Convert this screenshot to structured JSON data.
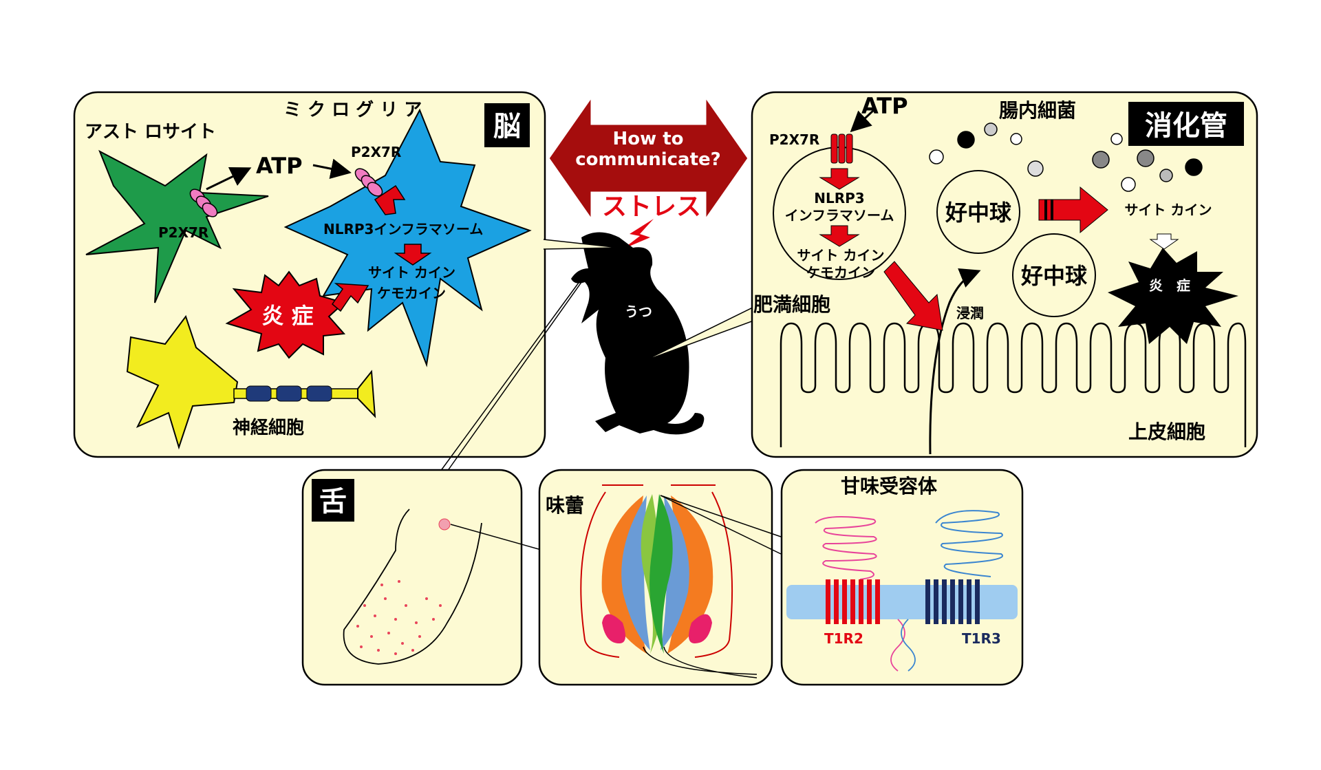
{
  "brain": {
    "title": "脳",
    "astrocyte": "アスト ロサイト",
    "microglia": "ミ ク ロ グ リ ア",
    "atp": "ATP",
    "p2x7r_a": "P2X7R",
    "p2x7r_b": "P2X7R",
    "nlrp3": "NLRP3インフラマソーム",
    "cytokine": "サイト カイン",
    "chemokine": "ケモカイン",
    "inflammation": "炎 症",
    "neuron": "神経細胞"
  },
  "center": {
    "arrow_label_1": "How to",
    "arrow_label_2": "communicate?",
    "stress": "ストレス",
    "depression": "うつ"
  },
  "gut": {
    "title": "消化管",
    "atp": "ATP",
    "p2x7r": "P2X7R",
    "bacteria": "腸内細菌",
    "nlrp3_1": "NLRP3",
    "nlrp3_2": "インフラマソーム",
    "cytokine": "サイト カイン",
    "chemokine": "ケモカイン",
    "mast_cell": "肥満細胞",
    "neutrophil_1": "好中球",
    "neutrophil_2": "好中球",
    "cytokine_out": "サイト カイン",
    "inflammation": "炎　症",
    "infiltration": "浸潤",
    "epithelium": "上皮細胞"
  },
  "tongue": {
    "title": "舌"
  },
  "taste_bud": {
    "title": "味蕾"
  },
  "receptor": {
    "title": "甘味受容体",
    "t1r2": "T1R2",
    "t1r3": "T1R3"
  },
  "colors": {
    "panel_fill": "#fdfad3",
    "arrow_dark_red": "#a50d0d",
    "red": "#e30613",
    "microglia_blue": "#1ba1e2",
    "astrocyte_green": "#1e9b4a",
    "neuron_yellow": "#f2ec1f",
    "t1r2_red": "#e30613",
    "t1r3_navy": "#1a2a5e"
  }
}
